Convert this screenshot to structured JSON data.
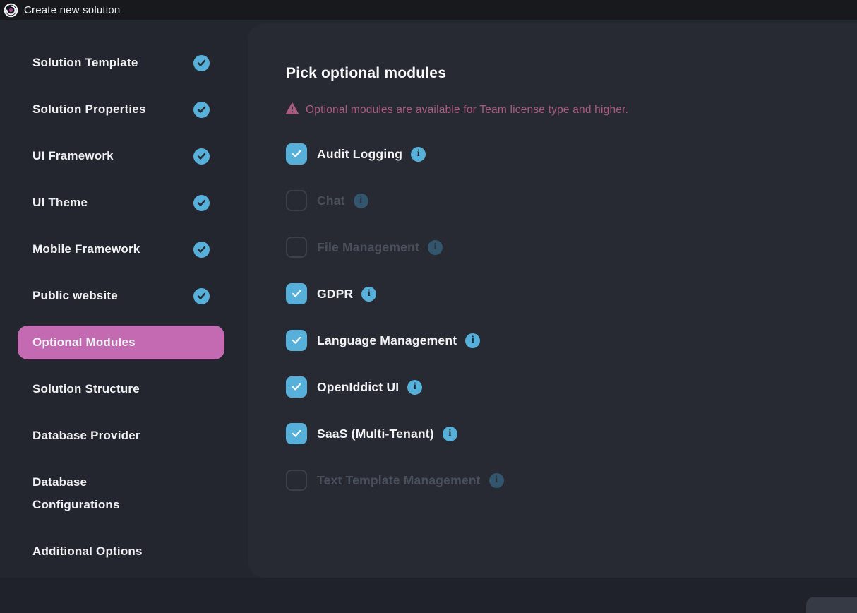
{
  "topbar": {
    "title": "Create new solution"
  },
  "sidebar": {
    "items": [
      {
        "label": "Solution Template",
        "completed": true,
        "active": false
      },
      {
        "label": "Solution Properties",
        "completed": true,
        "active": false
      },
      {
        "label": "UI Framework",
        "completed": true,
        "active": false
      },
      {
        "label": "UI Theme",
        "completed": true,
        "active": false
      },
      {
        "label": "Mobile Framework",
        "completed": true,
        "active": false
      },
      {
        "label": "Public website",
        "completed": true,
        "active": false
      },
      {
        "label": "Optional Modules",
        "completed": false,
        "active": true
      },
      {
        "label": "Solution Structure",
        "completed": false,
        "active": false
      },
      {
        "label": "Database Provider",
        "completed": false,
        "active": false
      },
      {
        "label": "Database Configurations",
        "completed": false,
        "active": false
      },
      {
        "label": "Additional Options",
        "completed": false,
        "active": false
      }
    ]
  },
  "main": {
    "title": "Pick optional modules",
    "warning": "Optional modules are available for Team license type and higher.",
    "info_glyph": "i",
    "modules": [
      {
        "label": "Audit Logging",
        "checked": true,
        "enabled": true
      },
      {
        "label": "Chat",
        "checked": false,
        "enabled": false
      },
      {
        "label": "File Management",
        "checked": false,
        "enabled": false
      },
      {
        "label": "GDPR",
        "checked": true,
        "enabled": true
      },
      {
        "label": "Language Management",
        "checked": true,
        "enabled": true
      },
      {
        "label": "OpenIddict UI",
        "checked": true,
        "enabled": true
      },
      {
        "label": "SaaS (Multi-Tenant)",
        "checked": true,
        "enabled": true
      },
      {
        "label": "Text Template Management",
        "checked": false,
        "enabled": false
      }
    ]
  },
  "colors": {
    "accent_blue": "#56b0d9",
    "accent_pink": "#c46ab2",
    "warning_pink": "#aa5b80",
    "topbar_bg": "#17191d",
    "sidebar_bg": "#23262e",
    "panel_bg": "#272a33",
    "bottom_bg": "#1f222a"
  }
}
